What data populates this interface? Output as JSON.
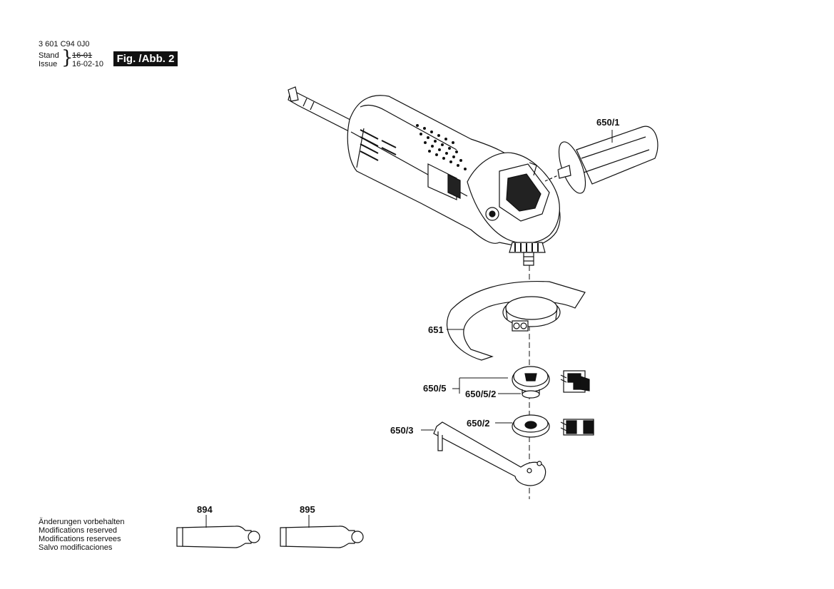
{
  "header": {
    "doc_number": "3 601 C94 0J0",
    "stand_label": "Stand",
    "issue_label": "Issue",
    "stand_date_struck": "16-01",
    "issue_date": "16-02-10",
    "figure_badge": "Fig. /Abb. 2"
  },
  "parts": {
    "p650_1": "650/1",
    "p651": "651",
    "p650_5": "650/5",
    "p650_5_2": "650/5/2",
    "p650_2": "650/2",
    "p650_3": "650/3",
    "p894": "894",
    "p895": "895"
  },
  "notes": [
    "Änderungen vorbehalten",
    "Modifications reserved",
    "Modifications reservees",
    "Salvo modificaciones"
  ]
}
